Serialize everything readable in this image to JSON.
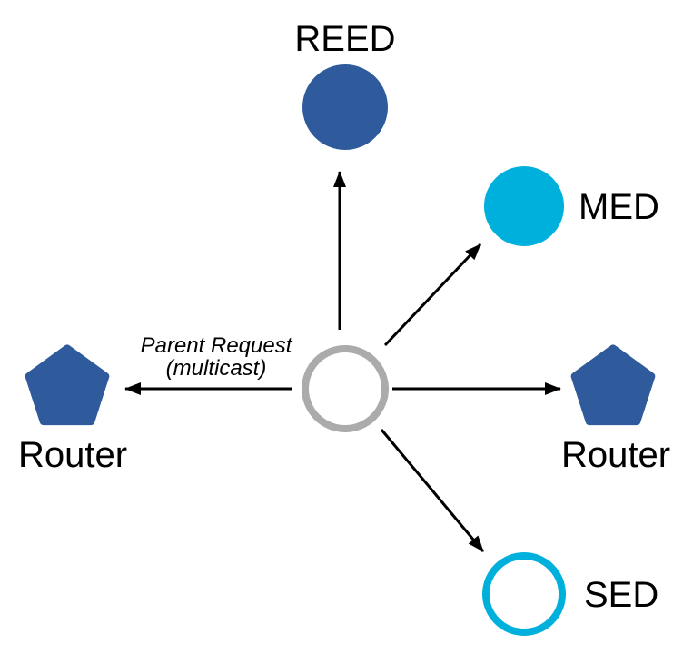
{
  "diagram": {
    "colors": {
      "node_blue": "#2F5B9D",
      "node_cyan": "#00B0DC",
      "node_gray": "#ABABAB",
      "arrow_black": "#000000",
      "text": "#000000",
      "background": "#FFFFFF"
    },
    "nodes": {
      "reed": {
        "label": "REED",
        "shape": "filled-circle",
        "color": "node_blue"
      },
      "med": {
        "label": "MED",
        "shape": "filled-circle",
        "color": "node_cyan"
      },
      "router_left": {
        "label": "Router",
        "shape": "pentagon",
        "color": "node_blue"
      },
      "router_right": {
        "label": "Router",
        "shape": "pentagon",
        "color": "node_blue"
      },
      "sed": {
        "label": "SED",
        "shape": "outlined-circle",
        "color": "node_cyan"
      },
      "center": {
        "label": "",
        "shape": "outlined-circle",
        "color": "node_gray"
      }
    },
    "annotation": {
      "line1": "Parent Request",
      "line2": "(multicast)"
    },
    "edges": [
      {
        "from": "center",
        "to": "reed"
      },
      {
        "from": "center",
        "to": "med"
      },
      {
        "from": "center",
        "to": "router_left"
      },
      {
        "from": "center",
        "to": "router_right"
      },
      {
        "from": "center",
        "to": "sed"
      }
    ]
  }
}
